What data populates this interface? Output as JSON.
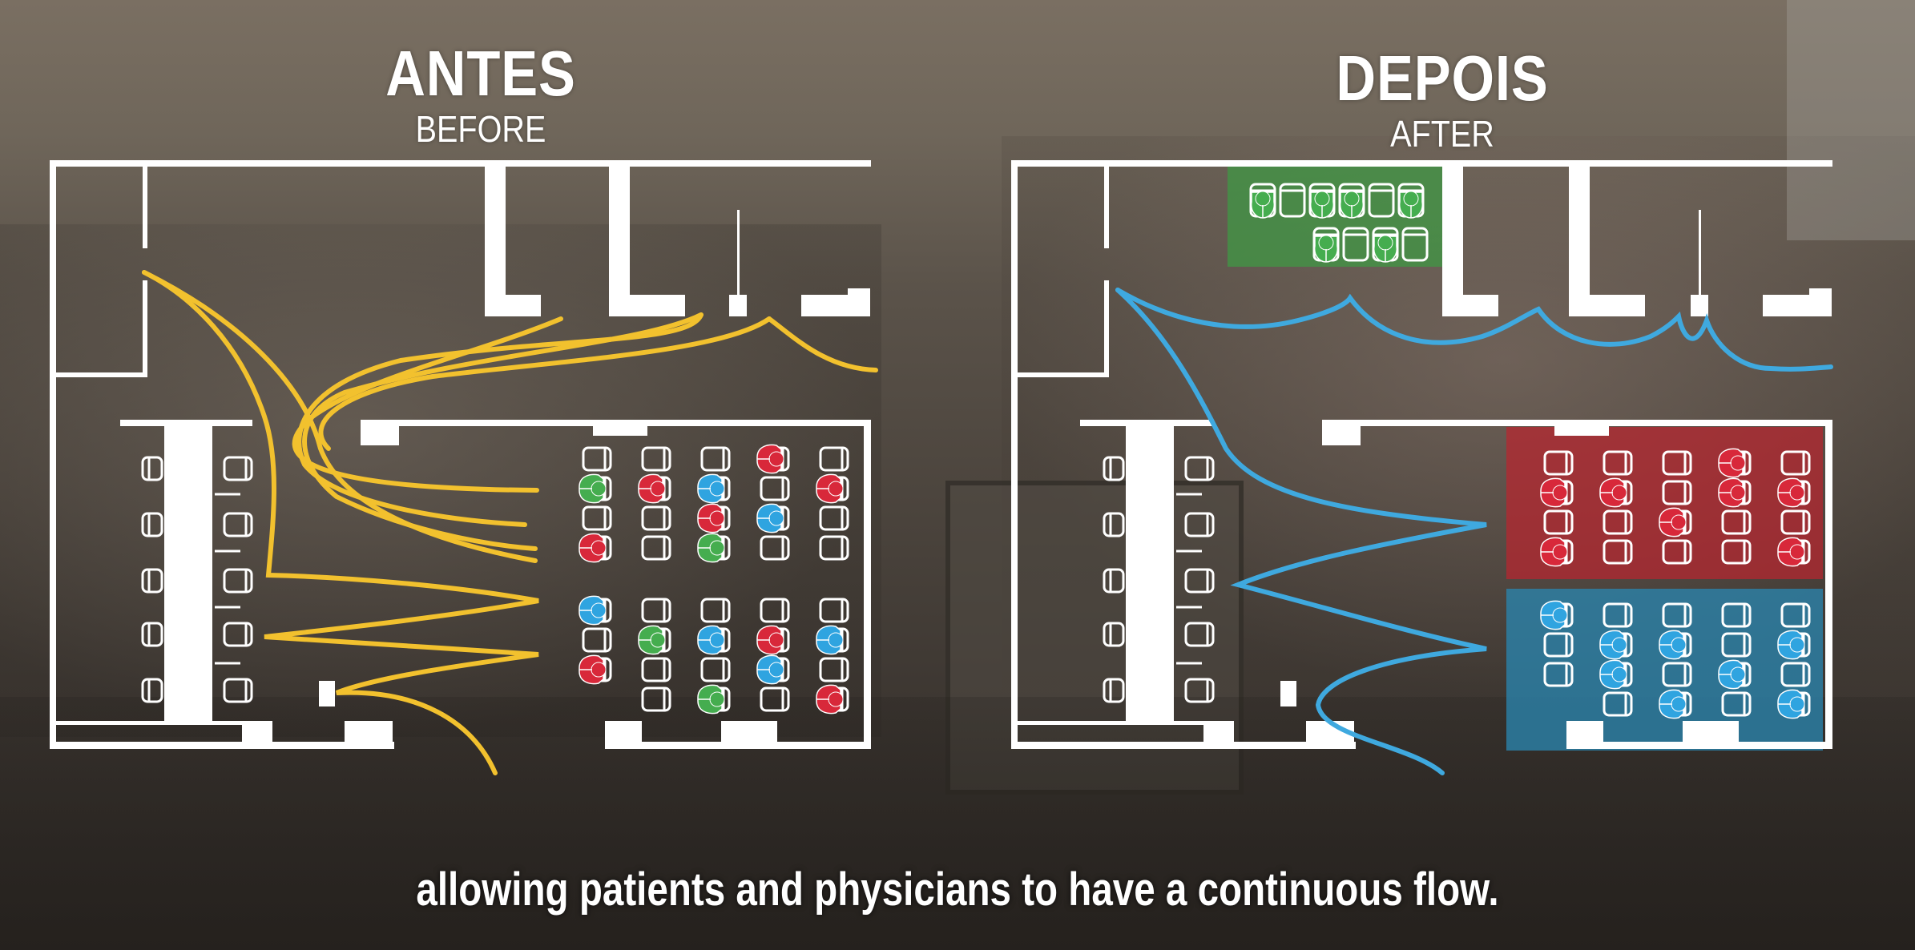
{
  "headings": {
    "before": {
      "main": "ANTES",
      "sub": "BEFORE"
    },
    "after": {
      "main": "DEPOIS",
      "sub": "AFTER"
    }
  },
  "caption": "allowing patients and physicians to have a continuous flow.",
  "colors": {
    "wall": "#ffffff",
    "flow_before": "#f2c12e",
    "flow_after": "#3fa9df",
    "patient_red": "#d8283a",
    "patient_blue": "#2fa4e0",
    "patient_green": "#45ad4f",
    "zone_red": "#b8262f",
    "zone_blue": "#2a84ad",
    "zone_green": "#3e9a44"
  },
  "legend_icons": {
    "empty_seat": "empty-seat-icon",
    "patient": "seated-patient-icon",
    "exam_chair": "exam-chair-icon"
  },
  "before_plan": {
    "seat_grid_upper": [
      [
        "empty",
        "empty",
        "empty",
        "red",
        "empty"
      ],
      [
        "green",
        "red",
        "blue",
        "empty",
        "red"
      ],
      [
        "empty",
        "empty",
        "red",
        "blue",
        "empty"
      ],
      [
        "red",
        "empty",
        "green",
        "empty",
        "empty"
      ]
    ],
    "seat_grid_lower": [
      [
        "blue",
        "empty",
        "empty",
        "empty",
        "empty"
      ],
      [
        "empty",
        "green",
        "blue",
        "red",
        "blue"
      ],
      [
        "red",
        "empty",
        "empty",
        "blue",
        "empty"
      ],
      [
        "none",
        "empty",
        "green",
        "empty",
        "red"
      ]
    ]
  },
  "after_plan": {
    "green_zone_top": [
      "green",
      "empty",
      "green",
      "green",
      "empty",
      "green"
    ],
    "green_zone_bottom": [
      "green",
      "empty",
      "green",
      "empty"
    ],
    "seat_grid_red": [
      [
        "empty",
        "empty",
        "empty",
        "red",
        "empty"
      ],
      [
        "red",
        "red",
        "empty",
        "red",
        "red"
      ],
      [
        "empty",
        "empty",
        "red",
        "empty",
        "empty"
      ],
      [
        "red",
        "empty",
        "empty",
        "empty",
        "red"
      ]
    ],
    "seat_grid_blue": [
      [
        "blue",
        "empty",
        "empty",
        "empty",
        "empty"
      ],
      [
        "empty",
        "blue",
        "blue",
        "empty",
        "blue"
      ],
      [
        "empty",
        "blue",
        "empty",
        "blue",
        "empty"
      ],
      [
        "none",
        "empty",
        "blue",
        "empty",
        "blue"
      ]
    ]
  }
}
